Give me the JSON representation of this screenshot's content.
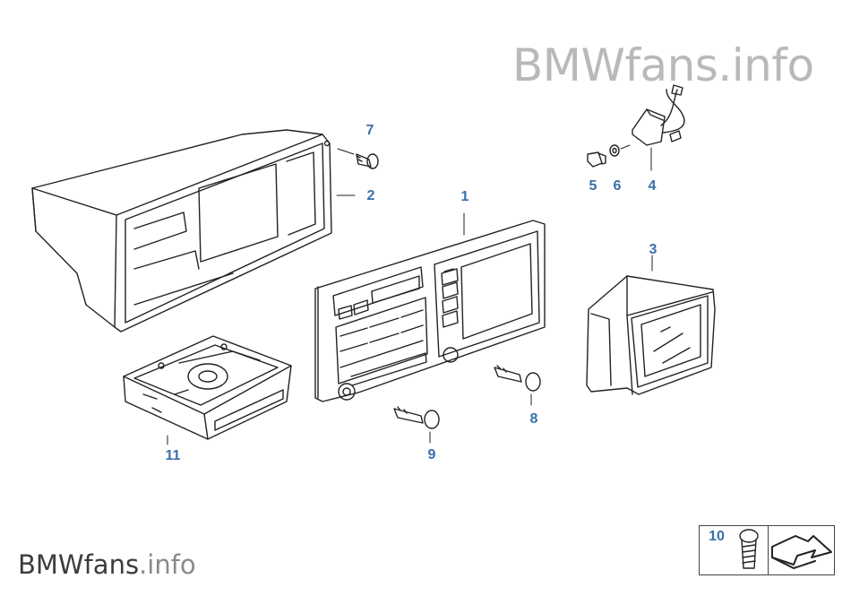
{
  "watermark": {
    "top": "BMWfans.info",
    "bottom_main": "BMWfans",
    "bottom_suffix": ".info"
  },
  "callouts": [
    "1",
    "2",
    "3",
    "4",
    "5",
    "6",
    "7",
    "8",
    "9",
    "10",
    "11"
  ],
  "colors": {
    "callout": "#3a6fa8",
    "line": "#222222",
    "watermark_top": "#b9b9b9"
  }
}
